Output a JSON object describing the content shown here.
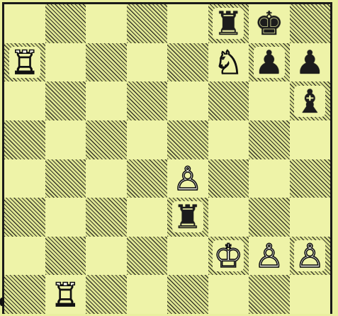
{
  "board": {
    "rows": [
      [
        "",
        "",
        "",
        "",
        "",
        "br",
        "bk",
        ""
      ],
      [
        "wr",
        "",
        "",
        "",
        "",
        "wn",
        "bp",
        "bp"
      ],
      [
        "",
        "",
        "",
        "",
        "",
        "",
        "",
        "bb"
      ],
      [
        "",
        "",
        "",
        "",
        "",
        "",
        "",
        ""
      ],
      [
        "",
        "",
        "",
        "",
        "wp",
        "",
        "",
        ""
      ],
      [
        "",
        "",
        "",
        "",
        "br",
        "",
        "",
        ""
      ],
      [
        "",
        "",
        "",
        "",
        "",
        "wk",
        "wp",
        "wp"
      ],
      [
        "",
        "wr",
        "",
        "",
        "",
        "",
        "",
        ""
      ]
    ],
    "square_colors": {
      "light": "#eef3a8",
      "dark_hatch": "#3a3a2a"
    }
  },
  "pieces": {
    "wk": {
      "glyph": "♔",
      "name": "white-king-icon"
    },
    "wq": {
      "glyph": "♕",
      "name": "white-queen-icon"
    },
    "wr": {
      "glyph": "♖",
      "name": "white-rook-icon"
    },
    "wb": {
      "glyph": "♗",
      "name": "white-bishop-icon"
    },
    "wn": {
      "glyph": "♘",
      "name": "white-knight-icon"
    },
    "wp": {
      "glyph": "♙",
      "name": "white-pawn-icon"
    },
    "bk": {
      "glyph": "♚",
      "name": "black-king-icon"
    },
    "bq": {
      "glyph": "♛",
      "name": "black-queen-icon"
    },
    "br": {
      "glyph": "♜",
      "name": "black-rook-icon"
    },
    "bb": {
      "glyph": "♝",
      "name": "black-bishop-icon"
    },
    "bn": {
      "glyph": "♞",
      "name": "black-knight-icon"
    },
    "bp": {
      "glyph": "♟",
      "name": "black-pawn-icon"
    }
  }
}
